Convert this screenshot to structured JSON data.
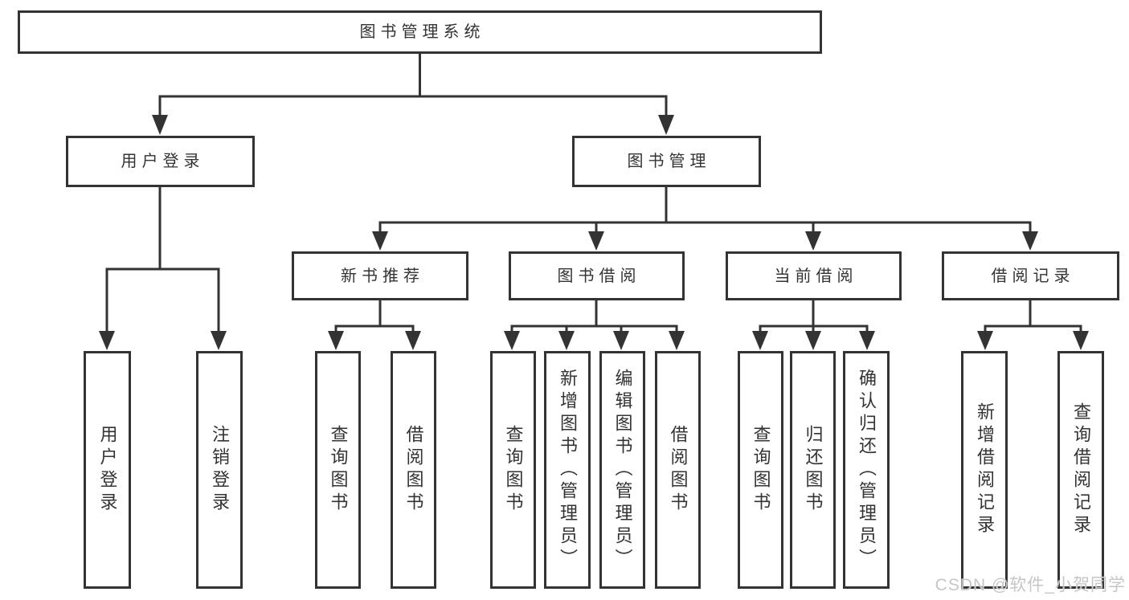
{
  "tree": {
    "label": "图书管理系统",
    "children": [
      {
        "label": "用户登录",
        "children": [
          {
            "label": "用户登录"
          },
          {
            "label": "注销登录"
          }
        ]
      },
      {
        "label": "图书管理",
        "children": [
          {
            "label": "新书推荐",
            "children": [
              {
                "label": "查询图书"
              },
              {
                "label": "借阅图书"
              }
            ]
          },
          {
            "label": "图书借阅",
            "children": [
              {
                "label": "查询图书"
              },
              {
                "label": "新增图书（管理员）"
              },
              {
                "label": "编辑图书（管理员）"
              },
              {
                "label": "借阅图书"
              }
            ]
          },
          {
            "label": "当前借阅",
            "children": [
              {
                "label": "查询图书"
              },
              {
                "label": "归还图书"
              },
              {
                "label": "确认归还（管理员）"
              }
            ]
          },
          {
            "label": "借阅记录",
            "children": [
              {
                "label": "新增借阅记录"
              },
              {
                "label": "查询借阅记录"
              }
            ]
          }
        ]
      }
    ]
  },
  "watermark": {
    "text": "CSDN @软件_小贺同学"
  },
  "colors": {
    "line": "#333333",
    "box_border": "#333333",
    "text": "#333333",
    "background": "#ffffff",
    "watermark": "#c6c6c6"
  }
}
